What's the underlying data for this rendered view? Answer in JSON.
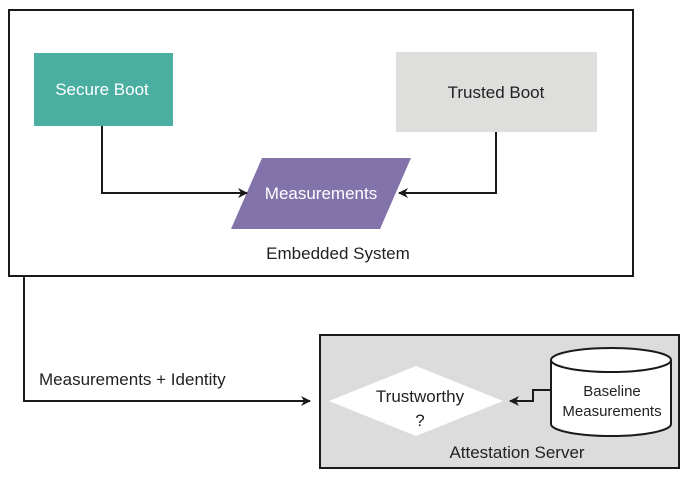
{
  "nodes": {
    "secure_boot": "Secure Boot",
    "trusted_boot": "Trusted Boot",
    "measurements": "Measurements",
    "embedded_system": "Embedded System",
    "trustworthy_line1": "Trustworthy",
    "trustworthy_line2": "?",
    "baseline_line1": "Baseline",
    "baseline_line2": "Measurements",
    "attestation_server": "Attestation Server"
  },
  "edges": {
    "measurements_identity": "Measurements + Identity"
  },
  "colors": {
    "secure_boot_fill": "#4aaea0",
    "trusted_boot_fill": "#dededc",
    "measurements_fill": "#8373ab",
    "attestation_server_fill": "#dcdcdc",
    "outline": "#1a1a1a"
  }
}
